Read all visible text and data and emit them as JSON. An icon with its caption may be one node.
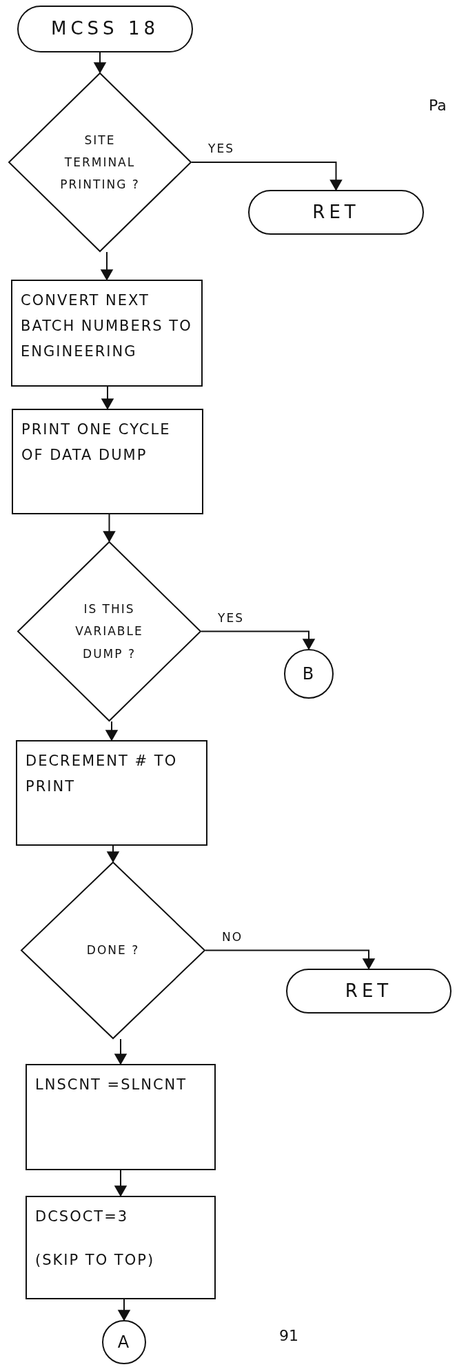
{
  "diagram": {
    "nodes": [
      {
        "text": [
          "MCSS 18"
        ]
      },
      {
        "text": [
          "SITE TERMINAL PRINTING ?"
        ]
      },
      {
        "text": [
          "RET"
        ]
      },
      {
        "text": [
          "CONVERT NEXT BATCH NUMBERS TO ENGINEERING"
        ]
      },
      {
        "text": [
          "PRINT ONE CYCLE OF DATA DUMP"
        ]
      },
      {
        "text": [
          "IS THIS VARIABLE DUMP ?"
        ]
      },
      {
        "text": [
          "B"
        ]
      },
      {
        "text": [
          "DECREMENT # TO PRINT"
        ]
      },
      {
        "text": [
          "DONE ?"
        ]
      },
      {
        "text": [
          "RET"
        ]
      },
      {
        "text": [
          "LNSCNT =SLNCNT"
        ]
      },
      {
        "text": [
          "DCSOCT=3",
          "(SKIP TO TOP)"
        ]
      },
      {
        "text": [
          "A"
        ]
      }
    ],
    "edges": [
      {
        "from": 0,
        "to": 1,
        "arrow": "to"
      },
      {
        "from": 1,
        "to": 2,
        "arrow": "to",
        "label": "YES"
      },
      {
        "from": 1,
        "to": 3,
        "arrow": "to"
      },
      {
        "from": 3,
        "to": 4,
        "arrow": "to"
      },
      {
        "from": 4,
        "to": 5,
        "arrow": "to"
      },
      {
        "from": 5,
        "to": 6,
        "arrow": "to",
        "label": "YES"
      },
      {
        "from": 5,
        "to": 7,
        "arrow": "to"
      },
      {
        "from": 7,
        "to": 8,
        "arrow": "to"
      },
      {
        "from": 8,
        "to": 9,
        "arrow": "to",
        "label": "NO"
      },
      {
        "from": 8,
        "to": 10,
        "arrow": "to"
      },
      {
        "from": 10,
        "to": 11,
        "arrow": "to"
      },
      {
        "from": 11,
        "to": 12,
        "arrow": "to"
      }
    ],
    "labels": [
      "Pa",
      "91"
    ]
  }
}
